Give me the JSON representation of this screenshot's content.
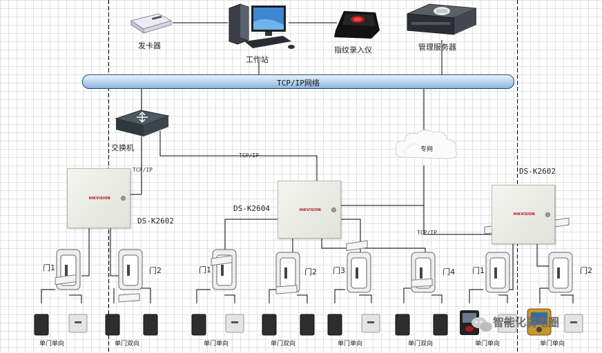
{
  "devices": {
    "card_issuer": "发卡器",
    "workstation": "工作站",
    "fingerprint_enroller": "指纹录入仪",
    "management_server": "管理服务器",
    "switch": "交换机",
    "private_network": "专网"
  },
  "network_bus": "TCP/IP网络",
  "link_labels": {
    "left_link": "TCP/IP",
    "center_link": "TCP/IP",
    "right_link": "TCP/IP"
  },
  "controllers": [
    {
      "model": "DS-K2602",
      "brand": "HIKVISION"
    },
    {
      "model": "DS-K2604",
      "brand": "HIKVISION"
    },
    {
      "model": "DS-K2602",
      "brand": "HIKVISION"
    }
  ],
  "doors": [
    "门1",
    "门2",
    "门1",
    "门2",
    "门3",
    "门4",
    "门1",
    "门2"
  ],
  "door_modes": [
    "单门单向",
    "单门双向",
    "单门单向",
    "单门双向",
    "单门单向",
    "单门双向",
    "单门单向",
    "单门单向"
  ],
  "watermark": "智能化弱电圈"
}
